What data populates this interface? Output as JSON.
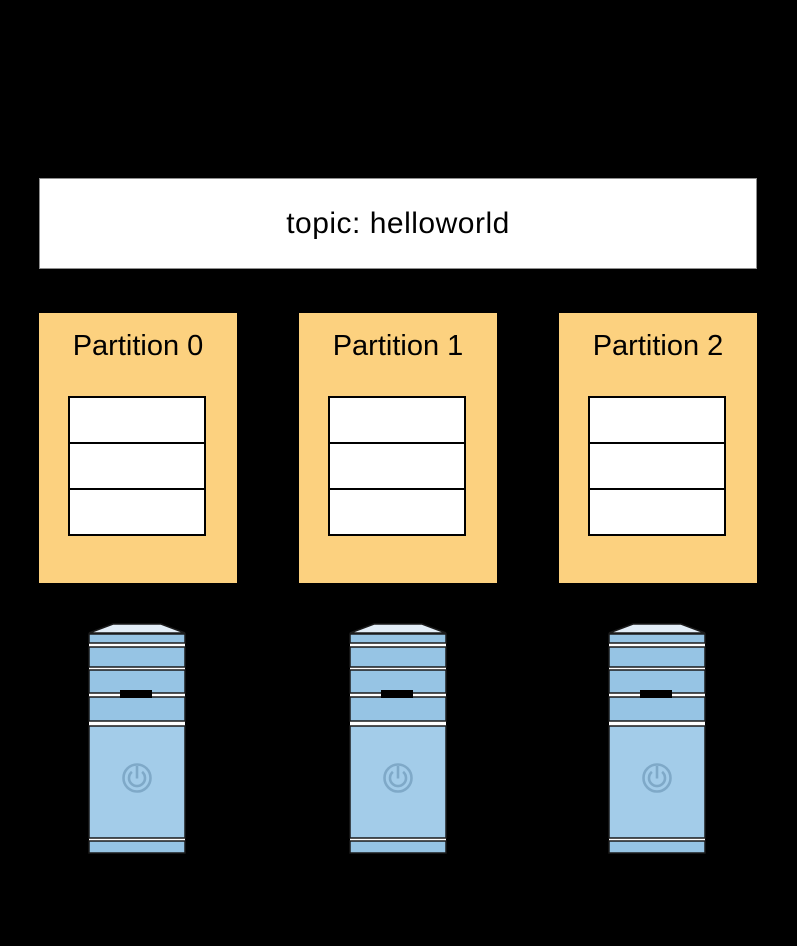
{
  "diagram": {
    "type": "kafka-topic-partitions",
    "background_color": "#000000",
    "topic": {
      "label": "topic: helloworld",
      "box_fill": "#ffffff",
      "text_color": "#000000"
    },
    "partitions": [
      {
        "label": "Partition 0",
        "message_slots": 3
      },
      {
        "label": "Partition 1",
        "message_slots": 3
      },
      {
        "label": "Partition 2",
        "message_slots": 3
      }
    ],
    "partition_fill": "#FCD17F",
    "message_slot_fill": "#ffffff",
    "message_slot_border": "#000000",
    "servers": {
      "count": 3,
      "icon": "server-tower-icon",
      "body_fill": "#9AC7E5",
      "front_panel_fill": "#A3CCE9",
      "top_fill": "#E3EEF8",
      "outline_color": "#1a1a1a",
      "power_icon_stroke": "#7FA9C8"
    }
  }
}
